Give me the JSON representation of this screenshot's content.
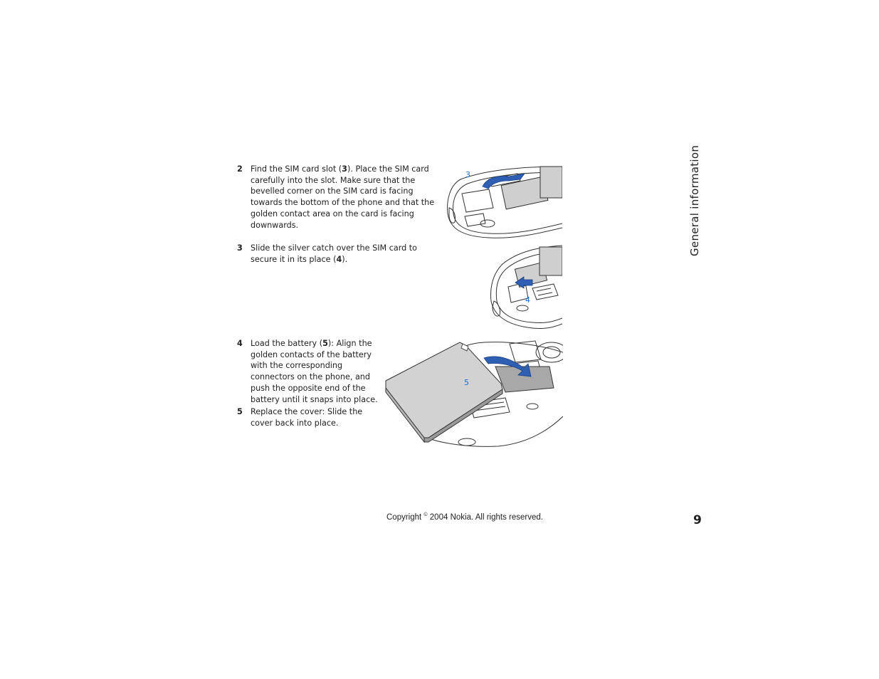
{
  "page": {
    "side_tab": "General information",
    "page_number": "9",
    "copyright": {
      "prefix": "Copyright ",
      "symbol": "©",
      "suffix": " 2004 Nokia. All rights reserved."
    }
  },
  "steps": [
    {
      "number": "2",
      "parts": [
        "Find the SIM card slot (",
        "3",
        "). Place the SIM card carefully into the slot. Make sure that the bevelled corner on the SIM card is facing towards the bottom of the phone and that the golden contact area on the card is facing downwards."
      ]
    },
    {
      "number": "3",
      "parts": [
        "Slide the silver catch over the SIM card to secure it in its place (",
        "4",
        ")."
      ]
    },
    {
      "number": "4",
      "parts": [
        "Load the battery (",
        "5",
        "): Align the golden contacts of the battery with the corresponding connectors on the phone, and push the opposite end of the battery until it snaps into place."
      ]
    },
    {
      "number": "5",
      "parts": [
        "Replace the cover: Slide the cover back into place."
      ]
    }
  ],
  "figures": [
    {
      "callout": "3",
      "description_icon": "sim-slot-illustration"
    },
    {
      "callout": "4",
      "description_icon": "sim-catch-illustration"
    },
    {
      "callout": "5",
      "description_icon": "battery-insert-illustration"
    }
  ],
  "colors": {
    "callout": "#1e6fd9",
    "arrow": "#2f5fb3",
    "line": "#333333",
    "fill_gray": "#cfcfcf"
  }
}
